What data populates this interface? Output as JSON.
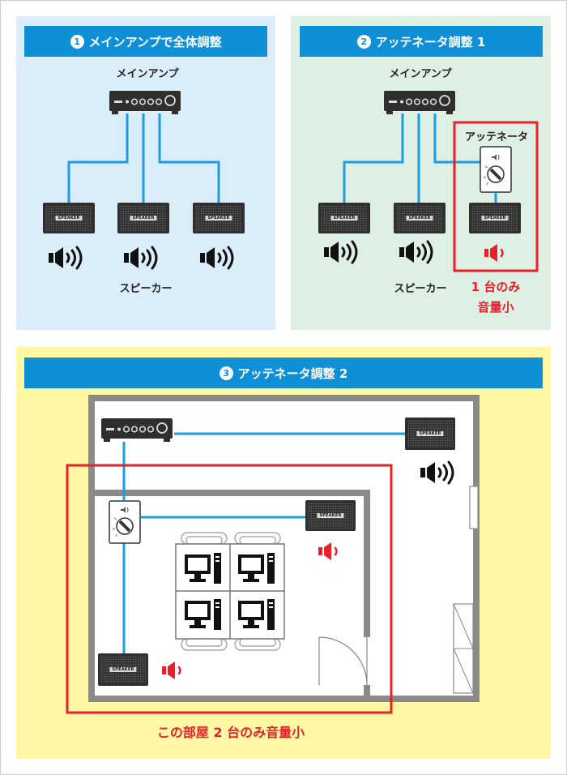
{
  "panel1": {
    "number": "1",
    "title": "メインアンプで全体調整",
    "amp_label": "メインアンプ",
    "speakers_label": "スピーカー",
    "speaker_tag": "SPEAKER"
  },
  "panel2": {
    "number": "2",
    "title": "アッテネータ調整 1",
    "amp_label": "メインアンプ",
    "attenuator_label": "アッテネータ",
    "speakers_label": "スピーカー",
    "note_line1": "1 台のみ",
    "note_line2": "音量小",
    "speaker_tag": "SPEAKER"
  },
  "panel3": {
    "number": "3",
    "title": "アッテネータ調整 2",
    "room_note": "この部屋 2 台のみ音量小",
    "speaker_tag": "SPEAKER"
  },
  "colors": {
    "panel1_bg": "#dcedfa",
    "panel2_bg": "#deefe4",
    "panel3_bg": "#fef7a3",
    "title_bar": "#0f8fd6",
    "wire": "#1a9ee0",
    "highlight": "#e8202a"
  }
}
